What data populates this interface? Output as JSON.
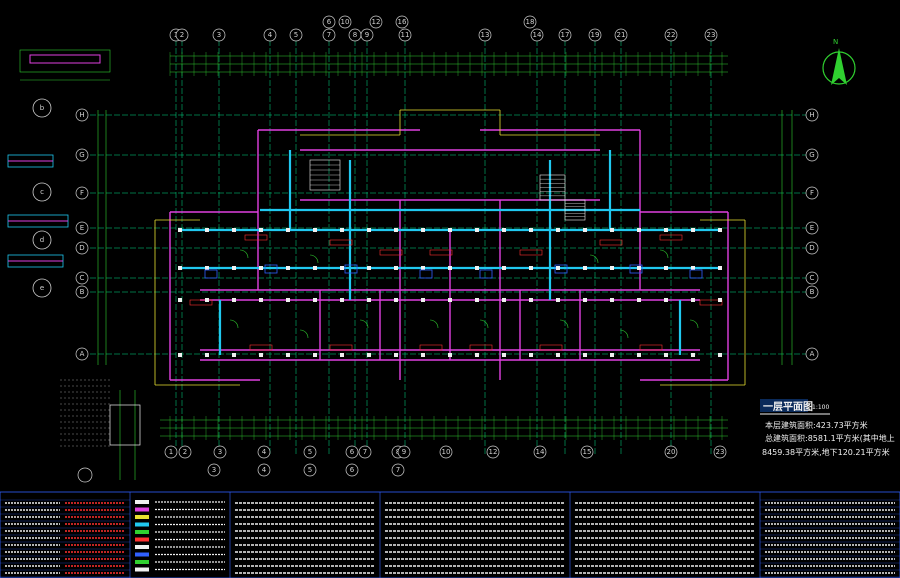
{
  "colors": {
    "background": "#000000",
    "grid_line": "#00e08a",
    "axis_bubble": "#d0d0d0",
    "wall_magenta": "#e040e0",
    "wall_cyan": "#20c8f0",
    "dim_green": "#30d030",
    "yellow": "#e8e030",
    "red": "#ff3030",
    "white": "#f0f0f0",
    "blue": "#3060ff"
  },
  "axis_top": [
    "1",
    "2",
    "3",
    "4",
    "5",
    "7",
    "8",
    "9",
    "11",
    "13",
    "14",
    "17",
    "19",
    "21",
    "22",
    "23"
  ],
  "axis_top_extra": [
    "6",
    "10",
    "12",
    "16",
    "18"
  ],
  "axis_bottom": [
    "1",
    "2",
    "3",
    "4",
    "5",
    "6",
    "7",
    "8",
    "9",
    "10",
    "12",
    "14",
    "15",
    "20",
    "23"
  ],
  "axis_left": [
    "H",
    "G",
    "F",
    "E",
    "D",
    "C",
    "B",
    "A"
  ],
  "axis_right": [
    "H",
    "G",
    "F",
    "E",
    "D",
    "C",
    "B",
    "A"
  ],
  "detail_labels": [
    "b",
    "c",
    "d",
    "e"
  ],
  "plan_title": {
    "name": "一层平面图",
    "scale": "1:100",
    "line1": "本层建筑面积:423.73平方米",
    "line2": "总建筑面积:8581.1平方米(其中地上",
    "line3": "8459.38平方米,地下120.21平方米"
  },
  "north_arrow_label": "N"
}
